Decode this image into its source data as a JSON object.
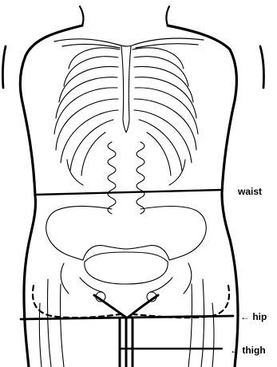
{
  "labels": {
    "waist": "waist",
    "hip": "← hip",
    "thigh": "← thigh"
  },
  "colors": {
    "ink": "#000000",
    "background": "#ffffff"
  }
}
